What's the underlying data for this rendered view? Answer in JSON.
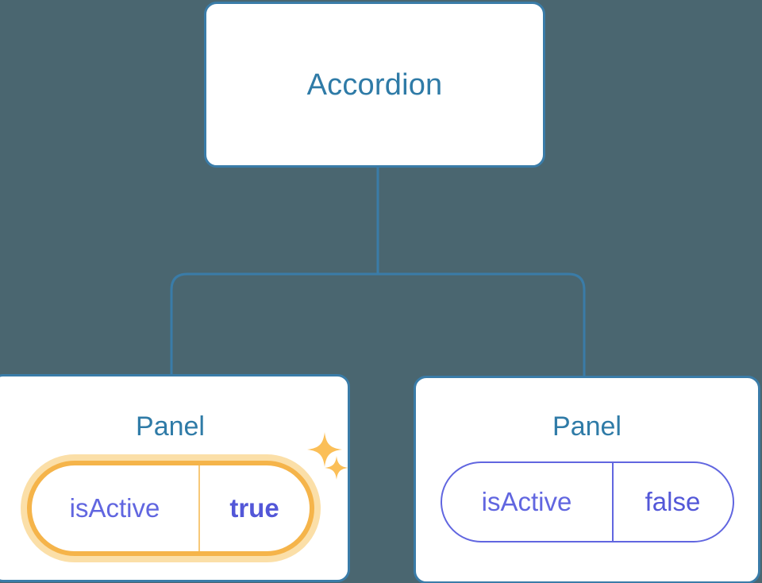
{
  "diagram": {
    "type": "component-tree",
    "background_color": "#4a6670",
    "node_border_color": "#3a7ca8",
    "node_title_color": "#2f7ba7",
    "connector_color": "#3a7ca8",
    "prop_color": "#6166e0",
    "highlight_color": "#f5b44a",
    "highlight_glow_color": "#fbdfa8",
    "sparkle_color": "#fbbf58"
  },
  "root": {
    "title": "Accordion"
  },
  "children": [
    {
      "title": "Panel",
      "highlighted": true,
      "prop": {
        "key": "isActive",
        "value": "true"
      }
    },
    {
      "title": "Panel",
      "highlighted": false,
      "prop": {
        "key": "isActive",
        "value": "false"
      }
    }
  ],
  "icons": {
    "sparkle_large": "sparkle-icon",
    "sparkle_small": "sparkle-icon"
  }
}
